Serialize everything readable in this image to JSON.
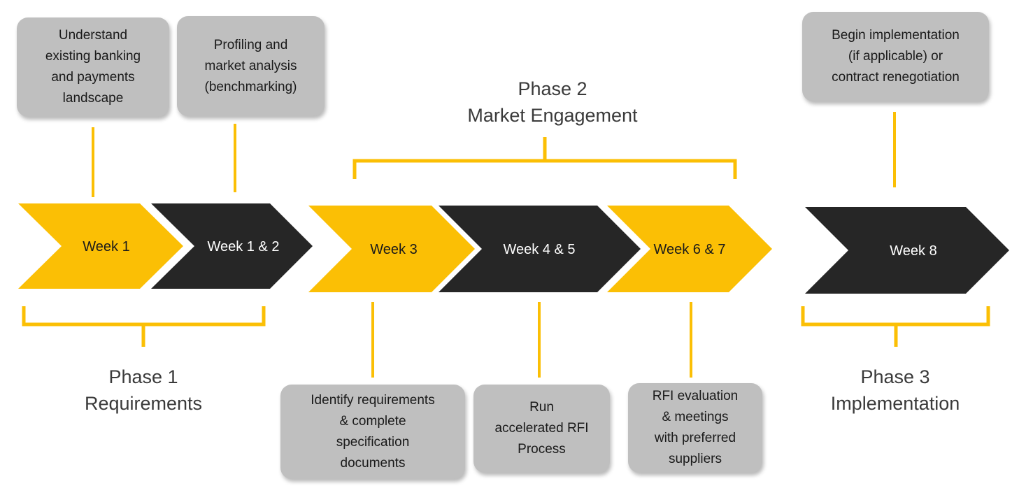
{
  "colors": {
    "accent": "#fbbf05",
    "dark": "#262626",
    "box_fill": "#bfbfbf",
    "dark_text": "#1a1a1a",
    "light_text": "#ffffff"
  },
  "chevrons": [
    {
      "label": "Week 1",
      "fill": "accent"
    },
    {
      "label": "Week 1 & 2",
      "fill": "dark"
    },
    {
      "label": "Week 3",
      "fill": "accent"
    },
    {
      "label": "Week 4 & 5",
      "fill": "dark"
    },
    {
      "label": "Week 6 & 7",
      "fill": "accent"
    },
    {
      "label": "Week 8",
      "fill": "dark"
    }
  ],
  "boxes": {
    "understand": "Understand\nexisting banking\nand payments\nlandscape",
    "profiling": "Profiling and\nmarket analysis\n(benchmarking)",
    "implementation": "Begin implementation\n(if applicable) or\ncontract renegotiation",
    "identify": "Identify requirements\n& complete\nspecification\ndocuments",
    "run_rfi": "Run\naccelerated RFI\nProcess",
    "rfi_eval": "RFI evaluation\n& meetings\nwith preferred\nsuppliers"
  },
  "phases": {
    "phase1": {
      "line1": "Phase 1",
      "line2": "Requirements"
    },
    "phase2": {
      "line1": "Phase 2",
      "line2": "Market Engagement"
    },
    "phase3": {
      "line1": "Phase 3",
      "line2": "Implementation"
    }
  }
}
